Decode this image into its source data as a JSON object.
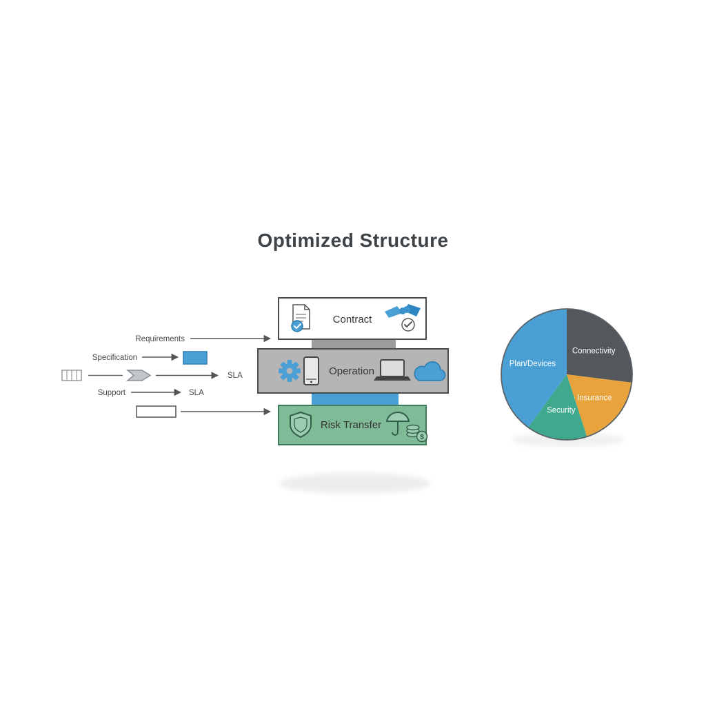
{
  "title": "Optimized Structure",
  "flow": {
    "requirements": "Requirements",
    "specification": "Specification",
    "sla": "SLA",
    "support": "Support",
    "support_sla": "SLA"
  },
  "stack": {
    "contract": "Contract",
    "operation": "Operation",
    "risk": "Risk Transfer"
  },
  "icons": {
    "coin_symbol": "$"
  },
  "colors": {
    "accent_blue": "#4a9fd4",
    "box_gray": "#b5b5b5",
    "box_green": "#80bb97",
    "connector_gray": "#9c9c9c",
    "risk_border_green": "#2f5f49"
  },
  "chart_data": {
    "type": "pie",
    "labels": [
      "Connectivity",
      "Insurance",
      "Security",
      "Plan/Devices"
    ],
    "values": [
      27,
      18,
      15,
      40
    ],
    "colors": [
      "#54585c",
      "#e8a33d",
      "#3fa98e",
      "#4a9fd4"
    ],
    "start_angle_deg": -90,
    "direction": "clockwise",
    "label_color": "#ffffff",
    "legend_position": "inside",
    "title": ""
  }
}
